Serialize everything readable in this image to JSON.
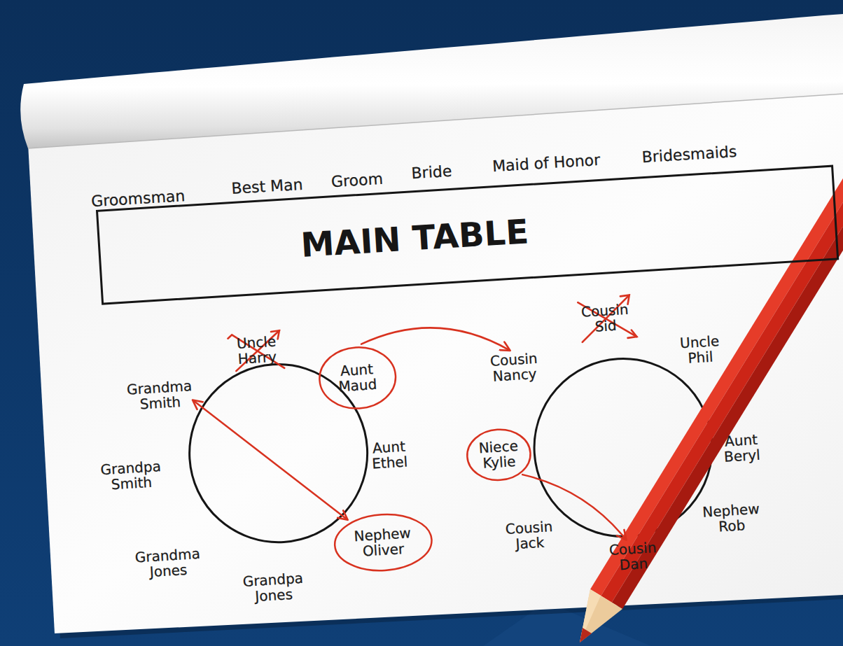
{
  "diagram": {
    "nodes": [
      {
        "text": [
          "MAIN TABLE"
        ]
      },
      {
        "text": [
          "Uncle Harry"
        ]
      },
      {
        "text": [
          "Aunt Maud"
        ]
      },
      {
        "text": [
          "Grandma Smith"
        ]
      },
      {
        "text": [
          "Aunt Ethel"
        ]
      },
      {
        "text": [
          "Grandpa Smith"
        ]
      },
      {
        "text": [
          "Nephew Oliver"
        ]
      },
      {
        "text": [
          "Grandma Jones"
        ]
      },
      {
        "text": [
          "Grandpa Jones"
        ]
      },
      {
        "text": [
          "Cousin Sid"
        ]
      },
      {
        "text": [
          "Cousin Nancy"
        ]
      },
      {
        "text": [
          "Uncle Phil"
        ]
      },
      {
        "text": [
          "Niece Kylie"
        ]
      },
      {
        "text": [
          "Aunt Beryl"
        ]
      },
      {
        "text": [
          "Cousin Jack"
        ]
      },
      {
        "text": [
          "Nephew Rob"
        ]
      },
      {
        "text": [
          "Cousin Dan"
        ]
      }
    ],
    "edges": [
      {
        "from": 2,
        "to": 10,
        "arrow": "to"
      },
      {
        "from": 6,
        "to": 3,
        "arrow": "both"
      },
      {
        "from": 12,
        "to": 16,
        "arrow": "to"
      }
    ],
    "labels": [
      "Groomsman",
      "Best Man",
      "Groom",
      "Bride",
      "Maid of Honor",
      "Bridesmaids"
    ]
  }
}
